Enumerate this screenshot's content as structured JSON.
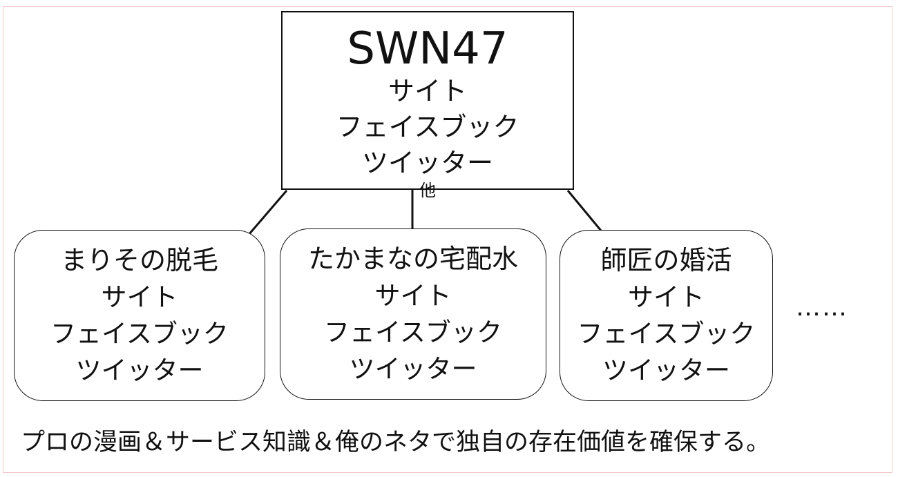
{
  "root": {
    "title": "SWN47",
    "lines": [
      "サイト",
      "フェイスブック",
      "ツイッター"
    ],
    "note": "他"
  },
  "children": [
    {
      "title": "まりその脱毛",
      "lines": [
        "サイト",
        "フェイスブック",
        "ツイッター"
      ]
    },
    {
      "title": "たかまなの宅配水",
      "lines": [
        "サイト",
        "フェイスブック",
        "ツイッター"
      ]
    },
    {
      "title": "師匠の婚活",
      "lines": [
        "サイト",
        "フェイスブック",
        "ツイッター"
      ]
    }
  ],
  "more": "……",
  "caption": "プロの漫画＆サービス知識＆俺のネタで独自の存在価値を確保する。"
}
